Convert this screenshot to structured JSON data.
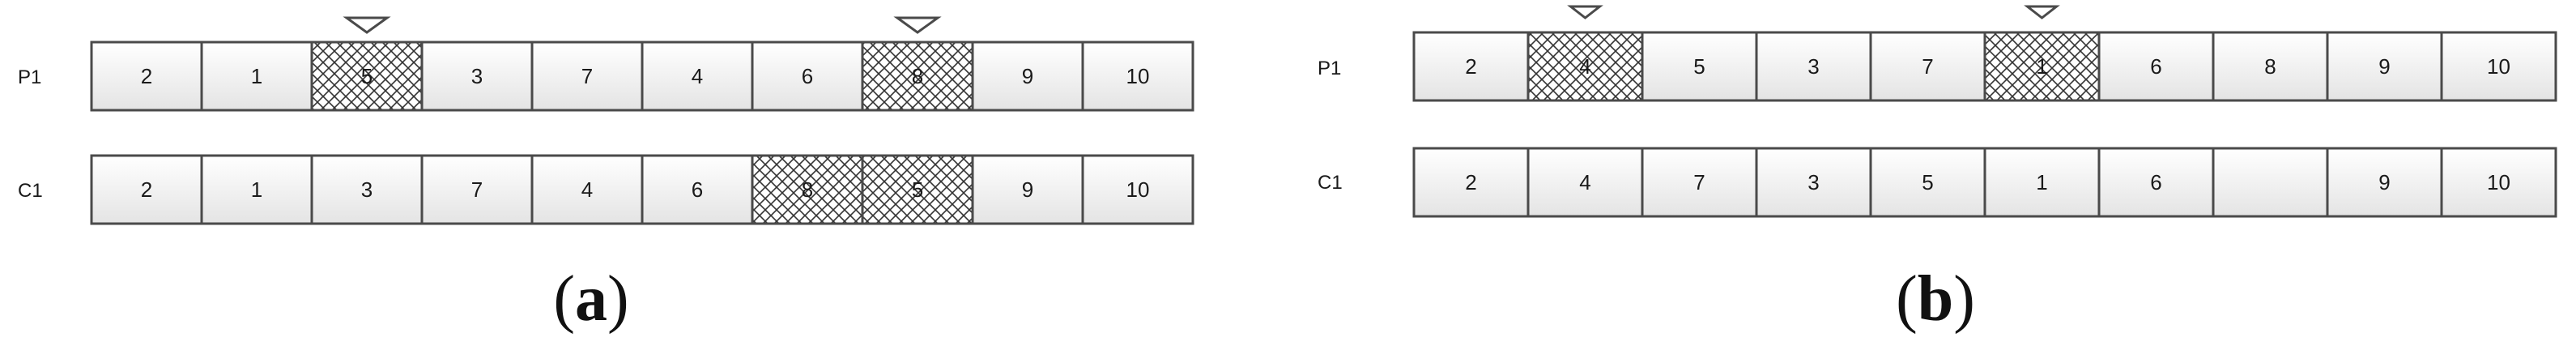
{
  "panels": [
    {
      "id": "a",
      "caption_letter": "a",
      "rows": [
        {
          "label": "P1",
          "cells": [
            "2",
            "1",
            "5",
            "3",
            "7",
            "4",
            "6",
            "8",
            "9",
            "10"
          ],
          "hatched": [
            2,
            7
          ]
        },
        {
          "label": "C1",
          "cells": [
            "2",
            "1",
            "3",
            "7",
            "4",
            "6",
            "8",
            "5",
            "9",
            "10"
          ],
          "hatched": [
            6,
            7
          ]
        }
      ],
      "markers_above_P1": [
        2,
        7
      ]
    },
    {
      "id": "b",
      "caption_letter": "b",
      "rows": [
        {
          "label": "P1",
          "cells": [
            "2",
            "4",
            "5",
            "3",
            "7",
            "1",
            "6",
            "8",
            "9",
            "10"
          ],
          "hatched": [
            1,
            5
          ]
        },
        {
          "label": "C1",
          "cells": [
            "2",
            "4",
            "7",
            "3",
            "5",
            "1",
            "6",
            "",
            "9",
            "10"
          ],
          "hatched": []
        }
      ],
      "markers_above_P1": [
        1,
        5
      ]
    }
  ],
  "colors": {
    "cell_fill_top": "#ffffff",
    "cell_fill_bottom": "#e4e4e4",
    "border": "#4a4a4a",
    "hatch_line": "#333333"
  }
}
